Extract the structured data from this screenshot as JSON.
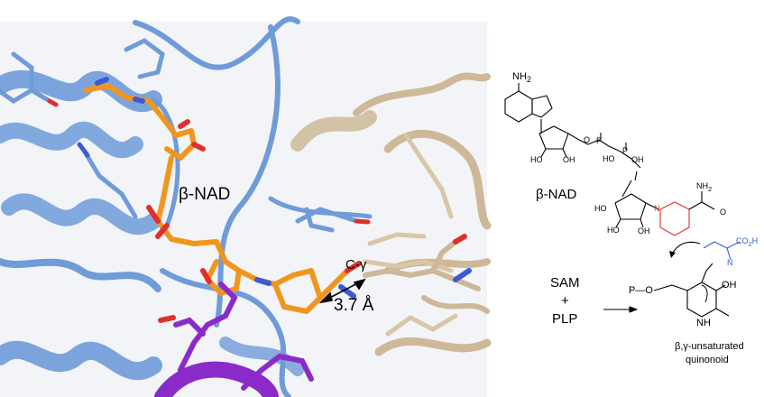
{
  "protein_panel": {
    "nad_label": "β-NAD",
    "cgamma_label": "C-γ",
    "distance_label": "3.7 Å"
  },
  "scheme_panel": {
    "nad_label": "β-NAD",
    "nh2_top": "NH",
    "nh2_top_sub": "2",
    "nh2_right": "NH",
    "nh2_right_sub": "2",
    "ho": "HO",
    "oh": "OH",
    "oh_pp": "OH",
    "ho_pp": "HO",
    "p_left": "P",
    "p_right": "P",
    "o_generic": "O",
    "n_plus": "N",
    "n_imine": "N",
    "co2h": "CO",
    "co2h_sub": "2",
    "co2h_end": "H",
    "p_o": "P—O",
    "oh_ring": "OH",
    "nh_ring": "N",
    "h_ring": "H",
    "sam": "SAM",
    "plus": "+",
    "plp": "PLP",
    "quinonoid_line1": "β,γ-unsaturated",
    "quinonoid_line2": "quinonoid"
  },
  "colors": {
    "protein_blue": "#6f9bd8",
    "protein_tan": "#cdb898",
    "nad_orange": "#f0961e",
    "purple": "#8a2bc9",
    "oxygen_red": "#e0302c",
    "nitrogen_blue": "#3d5ad6",
    "scheme_red": "#e0302c",
    "scheme_blue": "#2f5fd0"
  }
}
